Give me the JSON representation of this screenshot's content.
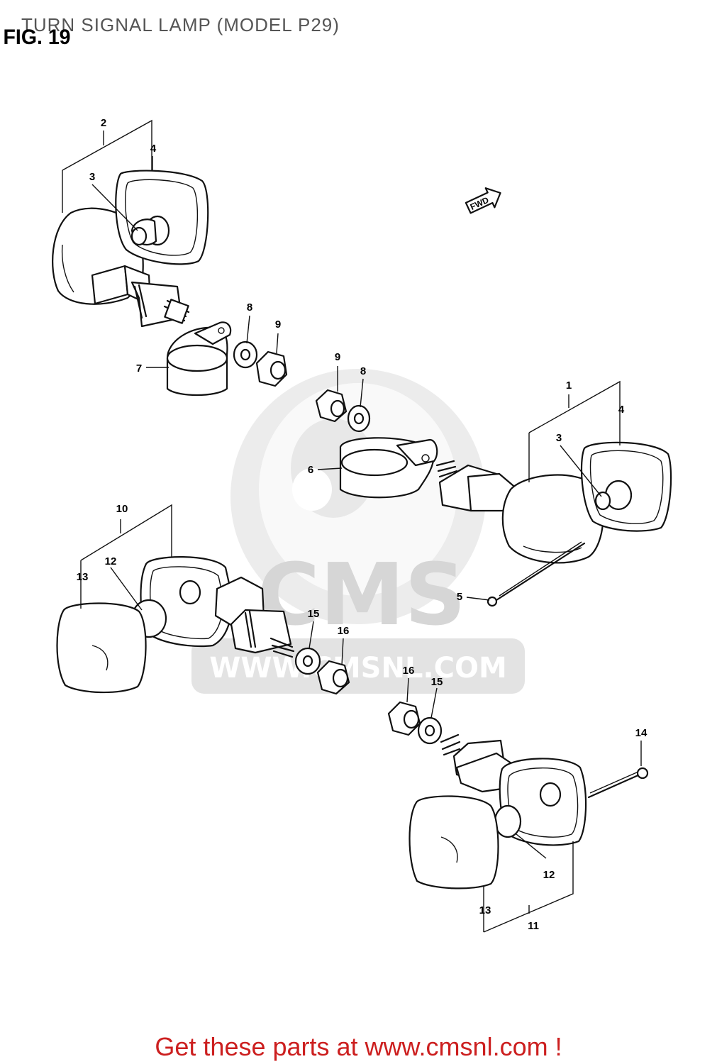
{
  "header": {
    "title": "TURN SIGNAL LAMP (MODEL P29)",
    "fig_label": "FIG. 19"
  },
  "footer": {
    "cta": "Get these parts at www.cmsnl.com !"
  },
  "watermark": {
    "brand": "CMS",
    "url": "WWW.CMSNL.COM"
  },
  "direction_arrow": {
    "label": "FWD"
  },
  "callouts": {
    "c1": "1",
    "c2": "2",
    "c3a": "3",
    "c3b": "3",
    "c4a": "4",
    "c4b": "4",
    "c5": "5",
    "c6": "6",
    "c7": "7",
    "c8a": "8",
    "c8b": "8",
    "c9a": "9",
    "c9b": "9",
    "c10": "10",
    "c11": "11",
    "c12a": "12",
    "c12b": "12",
    "c13a": "13",
    "c13b": "13",
    "c14": "14",
    "c15a": "15",
    "c15b": "15",
    "c16a": "16",
    "c16b": "16"
  },
  "colors": {
    "footer_text": "#cc1f1f",
    "watermark": "#d6d6d6",
    "line": "#111111"
  }
}
